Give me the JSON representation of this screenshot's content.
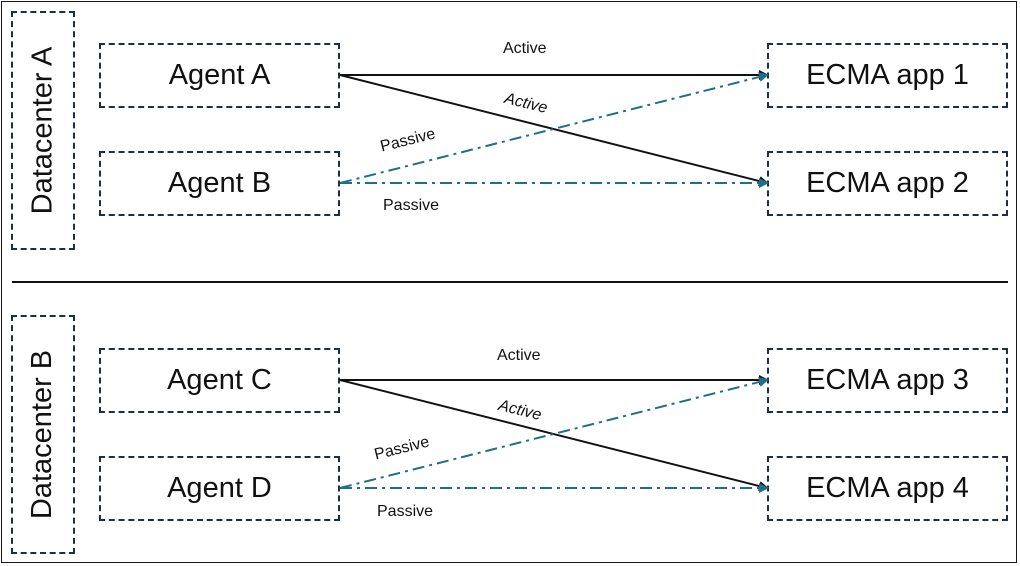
{
  "datacenters": [
    {
      "name": "Datacenter A",
      "agents": [
        "Agent A",
        "Agent B"
      ],
      "apps": [
        "ECMA app 1",
        "ECMA app 2"
      ],
      "links": [
        {
          "from": "Agent A",
          "to": "ECMA app 1",
          "label": "Active",
          "type": "active"
        },
        {
          "from": "Agent A",
          "to": "ECMA app 2",
          "label": "Active",
          "type": "active"
        },
        {
          "from": "Agent B",
          "to": "ECMA app 1",
          "label": "Passive",
          "type": "passive"
        },
        {
          "from": "Agent B",
          "to": "ECMA app 2",
          "label": "Passive",
          "type": "passive"
        }
      ]
    },
    {
      "name": "Datacenter B",
      "agents": [
        "Agent C",
        "Agent D"
      ],
      "apps": [
        "ECMA app 3",
        "ECMA app 4"
      ],
      "links": [
        {
          "from": "Agent C",
          "to": "ECMA app 3",
          "label": "Active",
          "type": "active"
        },
        {
          "from": "Agent C",
          "to": "ECMA app 4",
          "label": "Active",
          "type": "active"
        },
        {
          "from": "Agent D",
          "to": "ECMA app 3",
          "label": "Passive",
          "type": "passive"
        },
        {
          "from": "Agent D",
          "to": "ECMA app 4",
          "label": "Passive",
          "type": "passive"
        }
      ]
    }
  ],
  "colors": {
    "active": "#111111",
    "passive": "#1f6f8b",
    "box_border": "#1f2f3f"
  }
}
